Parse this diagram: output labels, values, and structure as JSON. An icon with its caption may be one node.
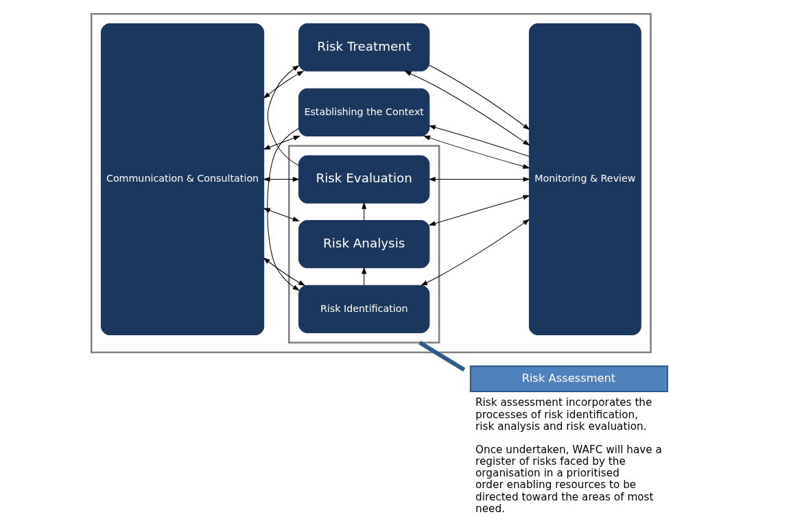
{
  "diagram": {
    "nodes": [
      {
        "text": [],
        "shape": "box"
      },
      {
        "text": [
          "Communication & Consultation"
        ],
        "in": 0
      },
      {
        "text": [
          "Establishing the Context"
        ],
        "in": 0
      },
      {
        "text": [],
        "shape": "box",
        "in": 0
      },
      {
        "text": [
          "Risk Identification"
        ],
        "in": 3
      },
      {
        "text": [
          "Risk Analysis"
        ],
        "in": 3
      },
      {
        "text": [
          "Risk Evaluation"
        ],
        "in": 3
      },
      {
        "text": [
          "Risk Treatment"
        ],
        "in": 0
      },
      {
        "text": [
          "Monitoring & Review"
        ],
        "in": 0
      },
      {
        "text": [
          "Risk Assessment"
        ],
        "beside": [
          "Risk assessment incorporates the processes of risk identification, risk analysis and risk evaluation.",
          "Once undertaken, WAFC will have a register of risks faced by the organisation in a prioritised order enabling resources to be directed toward the areas of most need."
        ]
      }
    ],
    "edges": [
      {
        "from": 1,
        "to": 2,
        "arrow": "both"
      },
      {
        "from": 2,
        "to": 8,
        "arrow": "both"
      },
      {
        "from": 1,
        "to": 4,
        "arrow": "both"
      },
      {
        "from": 4,
        "to": 8,
        "arrow": "both"
      },
      {
        "from": 1,
        "to": 5,
        "arrow": "both"
      },
      {
        "from": 5,
        "to": 8,
        "arrow": "both"
      },
      {
        "from": 1,
        "to": 6,
        "arrow": "both"
      },
      {
        "from": 6,
        "to": 8,
        "arrow": "both"
      },
      {
        "from": 1,
        "to": 7,
        "arrow": "both"
      },
      {
        "from": 7,
        "to": 8,
        "arrow": "both"
      },
      {
        "from": 8,
        "to": 2,
        "arrow": "to"
      },
      {
        "from": 2,
        "to": 4,
        "arrow": "to"
      },
      {
        "from": 4,
        "to": 5,
        "arrow": "to"
      },
      {
        "from": 5,
        "to": 6,
        "arrow": "to"
      },
      {
        "from": 6,
        "to": 7,
        "arrow": "to"
      },
      {
        "from": 7,
        "to": 8,
        "arrow": "to"
      },
      {
        "from": 3,
        "to": 9,
        "arrow": "none",
        "color": "#2e5c8a",
        "style": "thick"
      }
    ]
  }
}
